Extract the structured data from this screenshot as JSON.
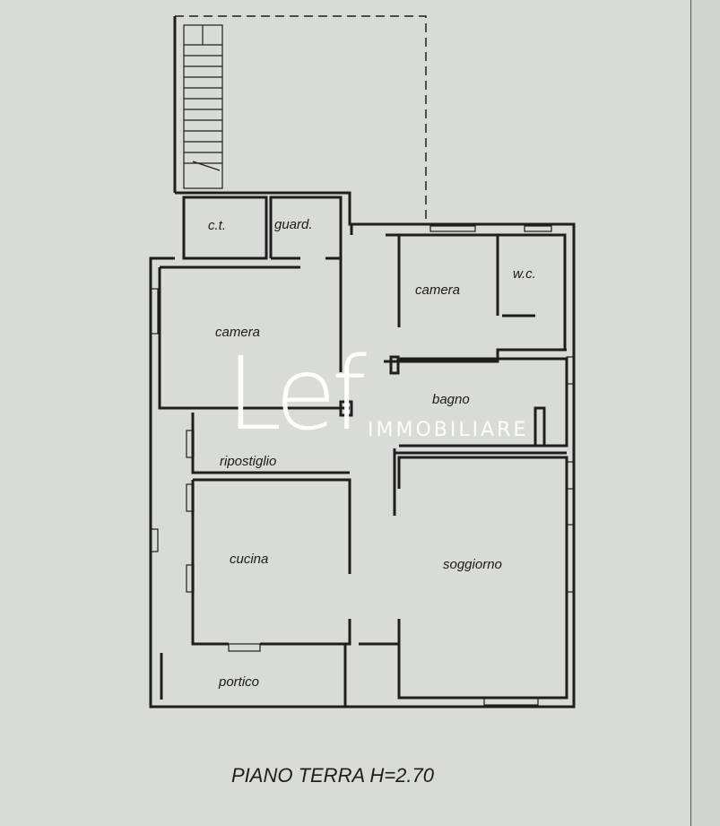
{
  "rooms": {
    "ct": "c.t.",
    "guard": "guard.",
    "camera_left": "camera",
    "camera_right": "camera",
    "wc": "w.c.",
    "bagno": "bagno",
    "ripostiglio": "ripostiglio",
    "cucina": "cucina",
    "soggiorno": "soggiorno",
    "portico": "portico"
  },
  "title": "PIANO TERRA H=2.70",
  "watermark": {
    "brand": "Lef",
    "subtitle": "IMMOBILIARE"
  }
}
